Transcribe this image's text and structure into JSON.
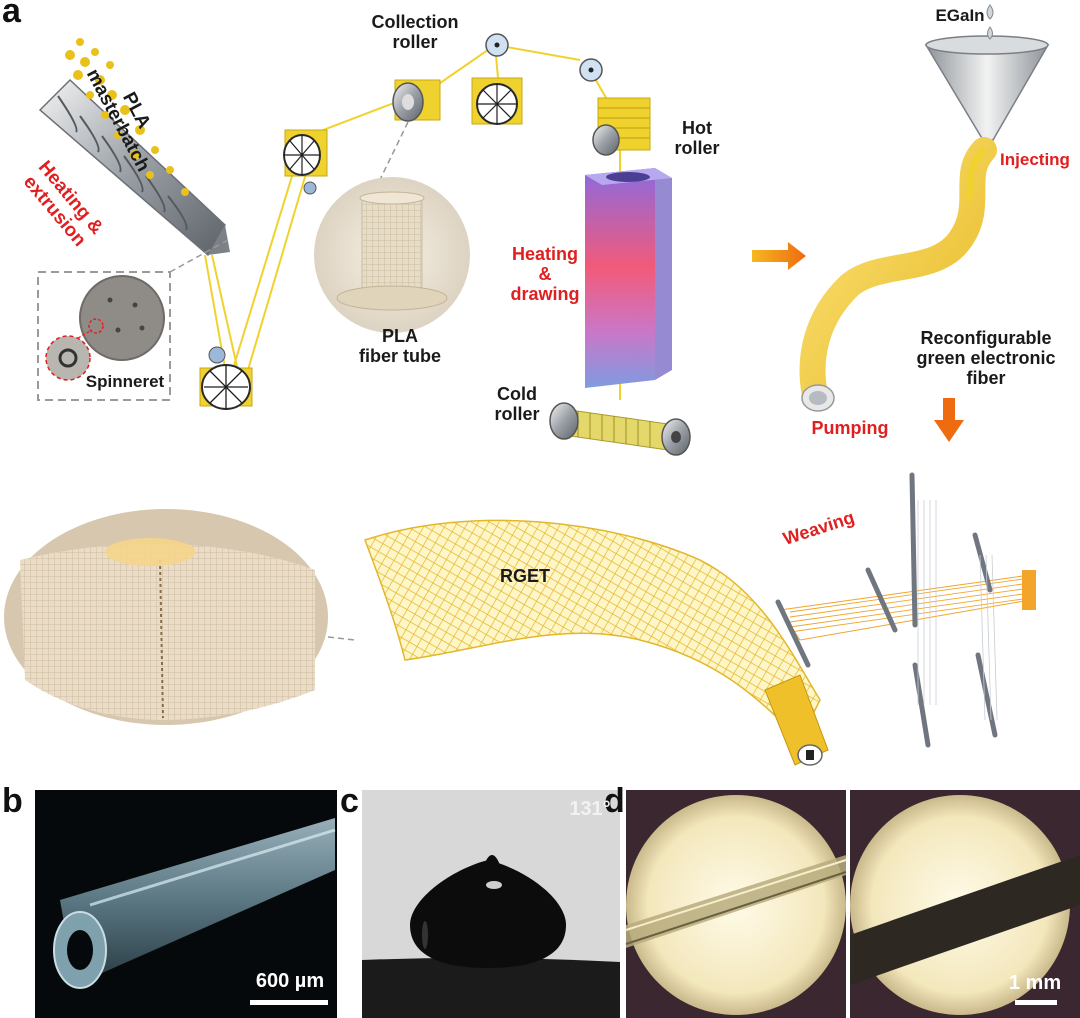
{
  "panel_letters": {
    "a": "a",
    "b": "b",
    "c": "c",
    "d": "d"
  },
  "labels": {
    "pla_masterbatch": "PLA\nmasterbatch",
    "heating_extrusion": "Heating &\nextrusion",
    "spinneret": "Spinneret",
    "collection_roller": "Collection\nroller",
    "pla_fiber_tube": "PLA\nfiber tube",
    "hot_roller": "Hot\nroller",
    "heating_drawing": "Heating\n&\ndrawing",
    "cold_roller": "Cold\nroller",
    "egain": "EGaIn",
    "injecting": "Injecting",
    "reconfigurable": "Reconfigurable\ngreen electronic\nfiber",
    "pumping": "Pumping",
    "rget": "RGET",
    "weaving": "Weaving"
  },
  "panel_b": {
    "scale_label": "600 µm"
  },
  "panel_c": {
    "angle_label": "131°"
  },
  "panel_d": {
    "scale_label": "1 mm"
  },
  "colors": {
    "fiber_yellow": "#f2d44a",
    "label_red": "#e02020",
    "label_black": "#1a1a1a",
    "arrow_orange": "#f08a10"
  }
}
